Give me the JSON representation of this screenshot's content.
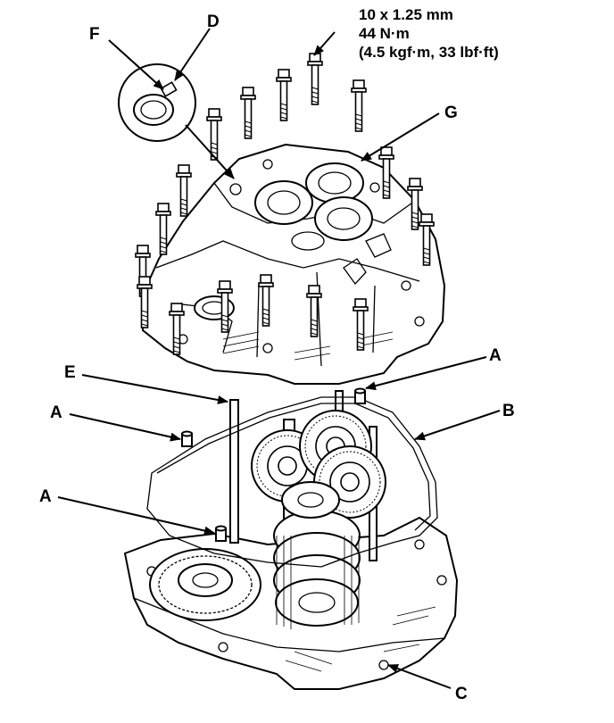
{
  "labels": {
    "A1": "A",
    "A2": "A",
    "A3": "A",
    "B": "B",
    "C": "C",
    "D": "D",
    "E": "E",
    "F": "F",
    "G": "G"
  },
  "torque_spec": {
    "size": "10 x 1.25 mm",
    "torque_nm": "44 N·m",
    "torque_alt": "(4.5 kgf·m, 33 lbf·ft)"
  }
}
